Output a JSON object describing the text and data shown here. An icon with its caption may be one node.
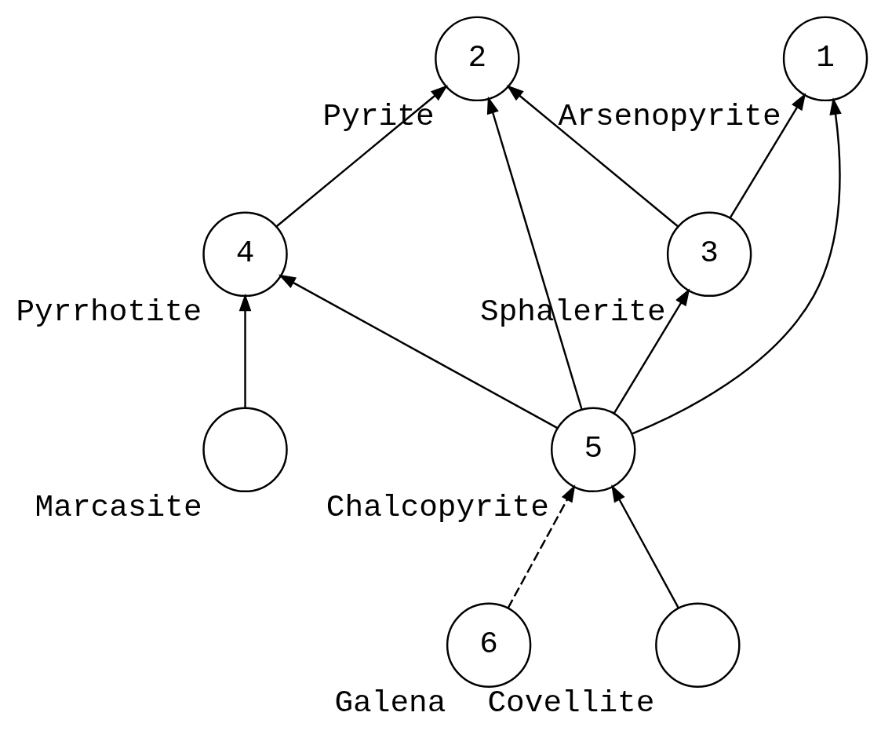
{
  "diagram": {
    "nodes": [
      {
        "text": [
          "1"
        ],
        "beside": [
          "Arsenopyrite"
        ]
      },
      {
        "text": [
          "6"
        ],
        "beside": [
          "Galena"
        ]
      },
      {
        "text": [
          "2"
        ],
        "beside": [
          "Pyrite"
        ]
      },
      {
        "text": [
          "5"
        ],
        "beside": [
          "Chalcopyrite"
        ]
      },
      {
        "text": [
          "3"
        ],
        "beside": [
          "Sphalerite"
        ]
      },
      {
        "text": [],
        "shape": "circle",
        "beside": [
          "Covellite"
        ]
      },
      {
        "text": [
          "4"
        ],
        "beside": [
          "Pyrrhotite"
        ]
      },
      {
        "text": [],
        "shape": "circle",
        "beside": [
          "Marcasite"
        ]
      }
    ],
    "edges": [
      {
        "from": 3,
        "to": 0,
        "arrow": "to"
      },
      {
        "from": 4,
        "to": 0,
        "arrow": "to"
      },
      {
        "from": 3,
        "to": 2,
        "arrow": "to"
      },
      {
        "from": 6,
        "to": 2,
        "arrow": "to"
      },
      {
        "from": 4,
        "to": 2,
        "arrow": "to"
      },
      {
        "from": 1,
        "to": 3,
        "arrow": "to",
        "style": "dashed"
      },
      {
        "from": 3,
        "to": 4,
        "arrow": "to"
      },
      {
        "from": 3,
        "to": 6,
        "arrow": "to"
      },
      {
        "from": 5,
        "to": 3,
        "arrow": "to"
      },
      {
        "from": 7,
        "to": 6,
        "arrow": "to"
      }
    ]
  }
}
